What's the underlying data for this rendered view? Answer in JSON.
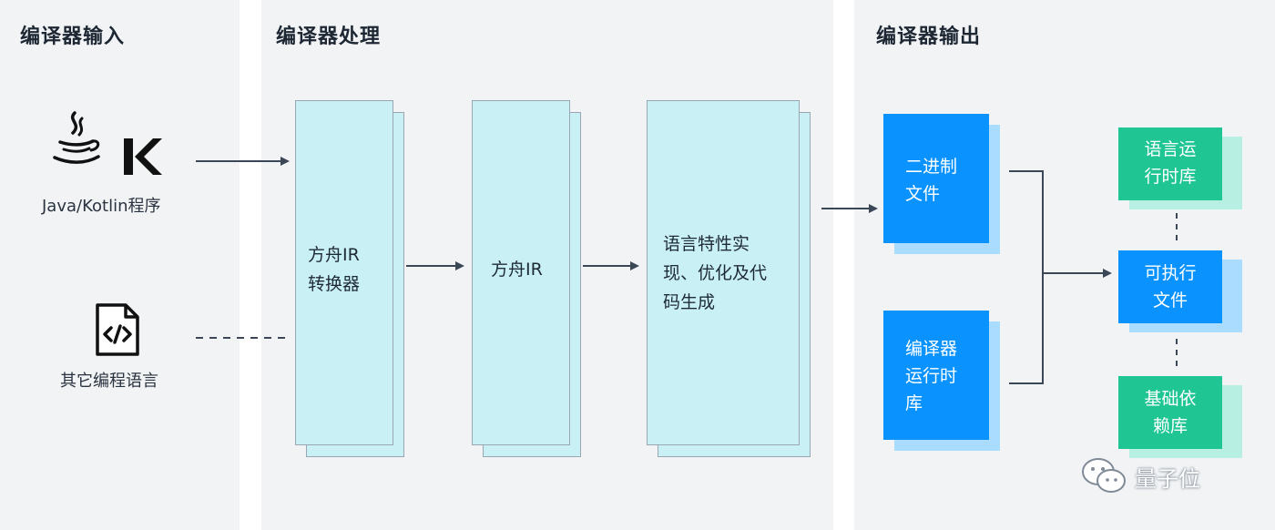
{
  "panels": {
    "input_title": "编译器输入",
    "process_title": "编译器处理",
    "output_title": "编译器输出"
  },
  "inputs": {
    "java_kotlin": "Java/Kotlin程序",
    "other_lang": "其它编程语言"
  },
  "process": {
    "converter": "方舟IR\n转换器",
    "ir": "方舟IR",
    "features": "语言特性实\n现、优化及代\n码生成"
  },
  "outputs": {
    "binary": "二进制\n文件",
    "runtime_lib": "编译器\n运行时\n库",
    "lang_runtime": "语言运\n行时库",
    "executable": "可执行\n文件",
    "base_deps": "基础依\n赖库"
  },
  "watermark": "量子位",
  "icons": [
    "java-icon",
    "kotlin-icon",
    "code-file-icon",
    "wechat-icon"
  ]
}
